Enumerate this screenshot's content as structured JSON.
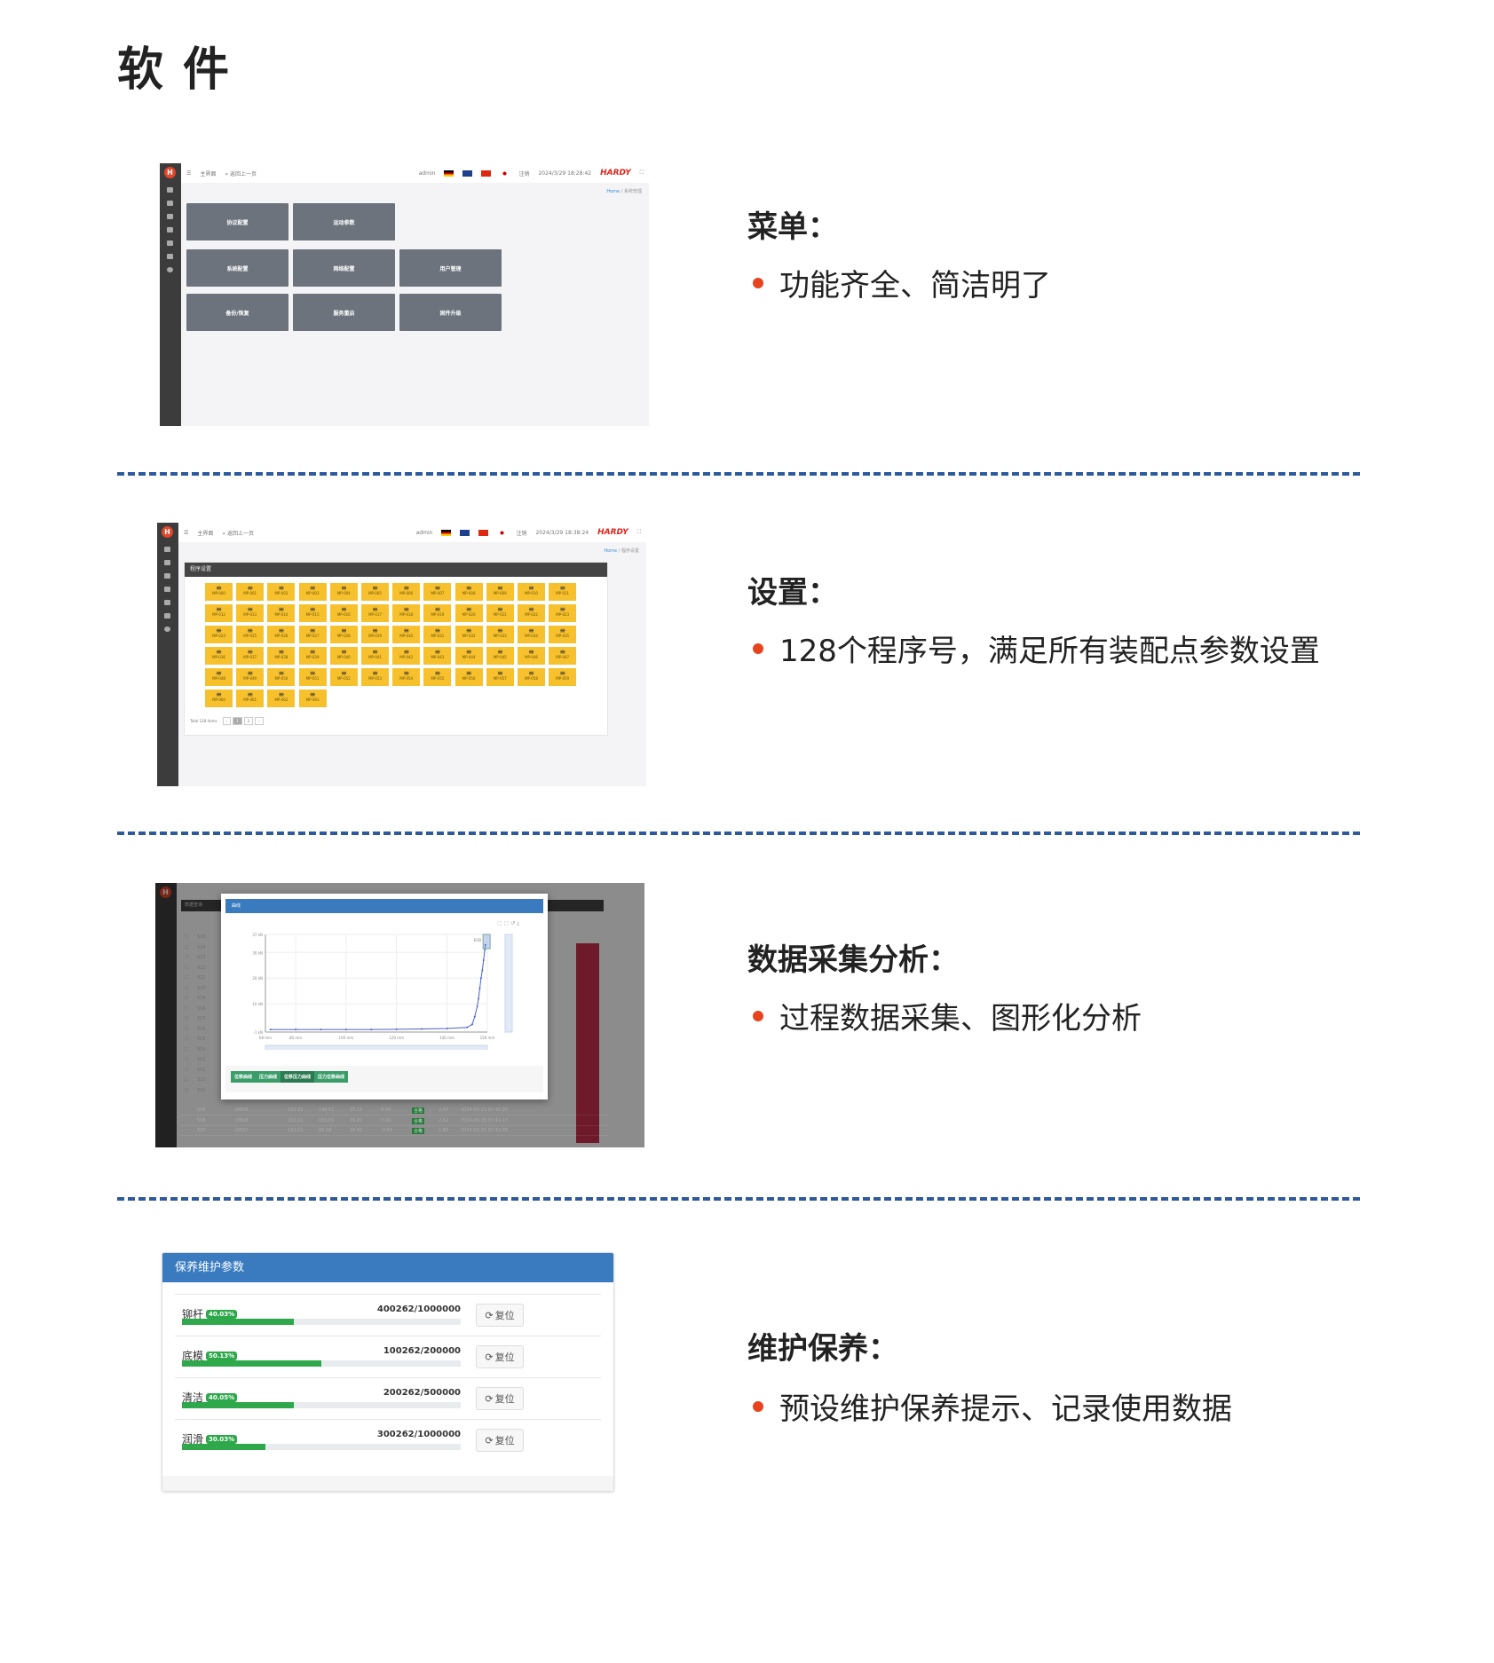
{
  "page_title": "软件",
  "sections": [
    {
      "heading": "菜单：",
      "bullet": "功能齐全、简洁明了"
    },
    {
      "heading": "设置：",
      "bullet": "128个程序号，满足所有装配点参数设置"
    },
    {
      "heading": "数据采集分析：",
      "bullet": "过程数据采集、图形化分析"
    },
    {
      "heading": "维护保养：",
      "bullet": "预设维护保养提示、记录使用数据"
    }
  ],
  "app_header": {
    "logo": "H",
    "home": "主界面",
    "back": "« 返回上一页",
    "user": "admin",
    "logout": "注销",
    "brand": "HARDY",
    "time1": "2024/3/29 18:28:42",
    "time2": "2024/3/29 18:38:24",
    "home_crumb": "Home"
  },
  "menu_screen": {
    "crumb": "系统管理",
    "buttons": [
      "协议配置",
      "运动参数",
      "系统配置",
      "网络配置",
      "用户管理",
      "备份/恢复",
      "服务重启",
      "固件升级"
    ]
  },
  "program_screen": {
    "crumb": "程序设置",
    "panel_title": "程序设置",
    "tiles": [
      "MP-000",
      "MP-001",
      "MP-002",
      "MP-003",
      "MP-004",
      "MP-005",
      "MP-006",
      "MP-007",
      "MP-008",
      "MP-009",
      "MP-010",
      "MP-011",
      "MP-012",
      "MP-013",
      "MP-014",
      "MP-015",
      "MP-016",
      "MP-017",
      "MP-018",
      "MP-019",
      "MP-020",
      "MP-021",
      "MP-022",
      "MP-023",
      "MP-024",
      "MP-025",
      "MP-026",
      "MP-027",
      "MP-028",
      "MP-029",
      "MP-030",
      "MP-031",
      "MP-032",
      "MP-033",
      "MP-034",
      "MP-035",
      "MP-036",
      "MP-037",
      "MP-038",
      "MP-039",
      "MP-040",
      "MP-041",
      "MP-042",
      "MP-043",
      "MP-044",
      "MP-045",
      "MP-046",
      "MP-047",
      "MP-048",
      "MP-049",
      "MP-050",
      "MP-051",
      "MP-052",
      "MP-053",
      "MP-054",
      "MP-055",
      "MP-056",
      "MP-057",
      "MP-058",
      "MP-059",
      "MP-060",
      "MP-061",
      "MP-062",
      "MP-063"
    ],
    "total": "Total 128 items",
    "pages": [
      "‹",
      "1",
      "2",
      "›"
    ]
  },
  "data_screen": {
    "panel_title": "数据查询",
    "modal_title": "曲线",
    "rows": [
      "525",
      "524",
      "523",
      "522",
      "521",
      "520",
      "519",
      "518",
      "517",
      "516",
      "515",
      "514",
      "513",
      "512",
      "511",
      "510"
    ],
    "detail_rows": [
      [
        "509",
        "c0509",
        "152.01",
        "146.01",
        "35.11",
        "0.00",
        "合格",
        "2.43",
        "2024-03-15 07:41:20"
      ],
      [
        "508",
        "c0508",
        "152.01",
        "150.03",
        "35.07",
        "0.00",
        "合格",
        "2.62",
        "2024-03-15 07:41:13"
      ],
      [
        "507",
        "c0507",
        "152.01",
        "66.69",
        "34.91",
        "-0.04",
        "合格",
        "1.86",
        "2024-03-15 07:41:05"
      ]
    ],
    "chart_buttons": [
      "位移曲线",
      "压力曲线",
      "位移压力曲线",
      "压力位移曲线"
    ],
    "marker": "EOB"
  },
  "chart_data": {
    "type": "line",
    "title": "曲线",
    "xlim": [
      68,
      156
    ],
    "ylim": [
      -1,
      37
    ],
    "x_ticks": [
      "68 mm",
      "80 mm",
      "100 mm",
      "120 mm",
      "140 mm",
      "156 mm"
    ],
    "x_tick_values": [
      68,
      80,
      100,
      120,
      140,
      156
    ],
    "y_ticks": [
      "-1 kN",
      "10 kN",
      "20 kN",
      "30 kN",
      "37 kN"
    ],
    "y_tick_values": [
      -1,
      10,
      20,
      30,
      37
    ],
    "x": [
      70,
      80,
      90,
      100,
      110,
      120,
      130,
      140,
      148,
      150,
      151,
      152,
      152.5,
      153,
      153.5,
      154,
      154.5,
      155,
      155.2
    ],
    "y": [
      0,
      0,
      0,
      0,
      0,
      0.1,
      0.2,
      0.4,
      0.8,
      2,
      5,
      9,
      12,
      16,
      20,
      23,
      27,
      31,
      33
    ]
  },
  "maintenance": {
    "title": "保养维护参数",
    "reset_label": "复位",
    "items": [
      {
        "name": "铆杆",
        "percent_label": "40.03%",
        "percent": 40.03,
        "count": "400262/1000000"
      },
      {
        "name": "底模",
        "percent_label": "50.13%",
        "percent": 50.13,
        "count": "100262/200000"
      },
      {
        "name": "清洁",
        "percent_label": "40.05%",
        "percent": 40.05,
        "count": "200262/500000"
      },
      {
        "name": "润滑",
        "percent_label": "30.03%",
        "percent": 30.03,
        "count": "300262/1000000"
      }
    ]
  }
}
